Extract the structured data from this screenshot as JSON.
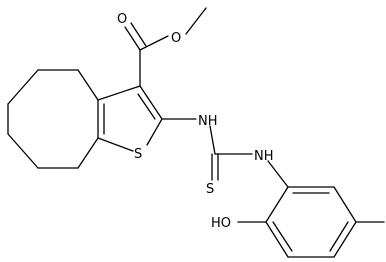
{
  "molecule": {
    "atoms": {
      "o_carbonyl": "O",
      "o_ester": "O",
      "s_ring": "S",
      "nh_upper": "NH",
      "nh_lower": "NH",
      "s_thione": "S",
      "ho": "HO"
    }
  },
  "colors": {
    "bond": "#000000",
    "background": "#ffffff"
  }
}
